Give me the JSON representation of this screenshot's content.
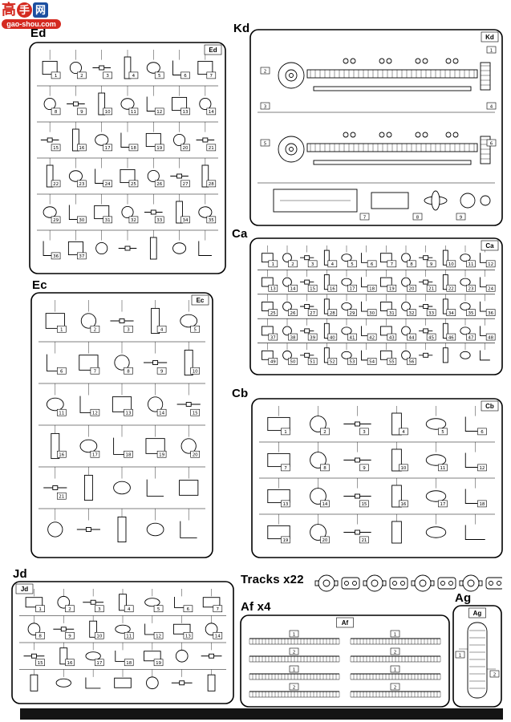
{
  "watermark": {
    "chars": [
      "高",
      "手",
      "网"
    ],
    "domain": "gao-shou.com",
    "colors": {
      "red": "#d42a20",
      "blue": "#1c4fa0"
    }
  },
  "sprues": [
    {
      "id": "Ed",
      "label": "Ed",
      "tag": "Ed",
      "parts": [
        1,
        2,
        3,
        4,
        5,
        6,
        7,
        8,
        9,
        10,
        11,
        12,
        13,
        14,
        15,
        16,
        17,
        18,
        19,
        20,
        21,
        22,
        23,
        24,
        25,
        26,
        27,
        28,
        29,
        30,
        31,
        32,
        33,
        34,
        35,
        36,
        37
      ]
    },
    {
      "id": "Kd",
      "label": "Kd",
      "tag": "Kd",
      "parts": [
        1,
        2,
        3,
        4,
        5,
        6,
        7,
        8,
        9
      ]
    },
    {
      "id": "Ca",
      "label": "Ca",
      "tag": "Ca",
      "parts": [
        1,
        2,
        3,
        4,
        5,
        6,
        7,
        8,
        9,
        10,
        11,
        12,
        13,
        14,
        15,
        16,
        17,
        18,
        19,
        20,
        21,
        22,
        23,
        24,
        25,
        26,
        27,
        28,
        29,
        30,
        31,
        32,
        33,
        34,
        35,
        36,
        37,
        38,
        39,
        40,
        41,
        42,
        43,
        44,
        45,
        46,
        47,
        48,
        49,
        50,
        51,
        52,
        53,
        54,
        55,
        56
      ]
    },
    {
      "id": "Ec",
      "label": "Ec",
      "tag": "Ec",
      "parts": [
        1,
        2,
        3,
        4,
        5,
        6,
        7,
        8,
        9,
        10,
        11,
        12,
        13,
        14,
        15,
        16,
        17,
        18,
        19,
        20,
        21
      ]
    },
    {
      "id": "Cb",
      "label": "Cb",
      "tag": "Cb",
      "parts": [
        1,
        2,
        3,
        4,
        5,
        6,
        7,
        8,
        9,
        10,
        11,
        12,
        13,
        14,
        15,
        16,
        17,
        18,
        19,
        20,
        21
      ]
    },
    {
      "id": "Jd",
      "label": "Jd",
      "tag": "Jd",
      "parts": [
        1,
        2,
        3,
        4,
        5,
        6,
        7,
        8,
        9,
        10,
        11,
        12,
        13,
        14,
        15,
        16,
        17,
        18,
        19
      ]
    },
    {
      "id": "Af",
      "label": "Af x4",
      "tag": "Af",
      "parts": [
        1,
        2
      ]
    },
    {
      "id": "Ag",
      "label": "Ag",
      "tag": "Ag",
      "parts": [
        1,
        2
      ]
    }
  ],
  "tracks": {
    "label": "Tracks x22",
    "links_visible": 8
  }
}
